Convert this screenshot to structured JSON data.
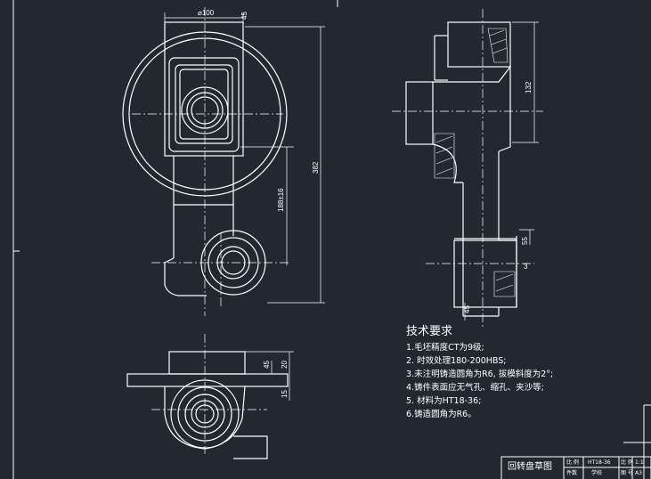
{
  "drawing": {
    "dims": {
      "dia100": "⌀100",
      "d45_top": "45",
      "d382": "382",
      "d188": "188±16",
      "d132": "132",
      "d55": "55",
      "d3": "3",
      "d45_side": "45",
      "d45_bottom": "45",
      "d20": "20",
      "d15": "15"
    },
    "requirements": {
      "heading": "技术要求",
      "items": [
        "1.毛坯精度CT为9级;",
        "2. 时效处理180-200HBS;",
        "3.未注明铸造圆角为R6, 拔模斜度为2°;",
        "4.铸件表面应无气孔、缩孔、夹沙等;",
        "5. 材料为HT18-36;",
        "6.铸造圆角为R6。"
      ]
    },
    "title_block": {
      "title": "回转盘草图",
      "c1": "比 例",
      "c2": "HT18-36",
      "c3": "比 例",
      "c4": "1:1",
      "c5": "件数",
      "c6": "学校",
      "c7": "图 号",
      "c8": "A3"
    }
  }
}
